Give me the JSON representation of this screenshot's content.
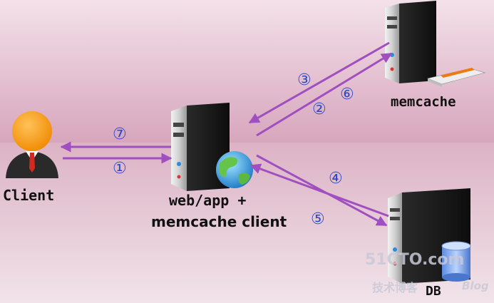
{
  "nodes": {
    "client": "Client",
    "webapp_line1": "web/app +",
    "webapp_line2": "memcache client",
    "memcache": "memcache",
    "db": "DB"
  },
  "steps": [
    "①",
    "②",
    "③",
    "④",
    "⑤",
    "⑥",
    "⑦"
  ],
  "watermark": {
    "main": "51CTO.com",
    "sub1": "技术博客",
    "sub2": "Blog"
  },
  "colors": {
    "arrow": "#a04fc0",
    "step_text": "#2d49c8",
    "bg_top": "#e6c3d2",
    "bg_bottom": "#e8cfd8"
  }
}
